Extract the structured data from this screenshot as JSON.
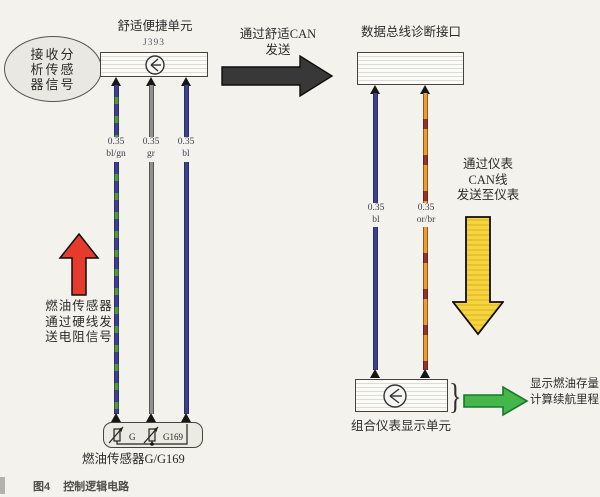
{
  "bubble": {
    "line1": "接收分",
    "line2": "析传感",
    "line3": "器信号"
  },
  "comfort_unit": {
    "title": "舒适便捷单元",
    "designation": "J393"
  },
  "top_arrow_text": {
    "line1": "通过舒适CAN",
    "line2": "发送"
  },
  "diag_interface": {
    "title": "数据总线诊断接口"
  },
  "left_wires": [
    {
      "gauge": "0.35",
      "color_code": "bl/gn"
    },
    {
      "gauge": "0.35",
      "color_code": "gr"
    },
    {
      "gauge": "0.35",
      "color_code": "bl"
    }
  ],
  "right_wires": [
    {
      "gauge": "0.35",
      "color_code": "bl"
    },
    {
      "gauge": "0.35",
      "color_code": "or/br"
    }
  ],
  "fuel_sensor": {
    "label_g": "G",
    "label_g169": "G169",
    "caption": "燃油传感器G/G169"
  },
  "red_arrow_text": {
    "line1": "燃油传感器",
    "line2": "通过硬线发",
    "line3": "送电阻信号"
  },
  "instrument_can_text": {
    "line1": "通过仪表",
    "line2": "CAN线",
    "line3": "发送至仪表"
  },
  "instrument_cluster": {
    "caption": "组合仪表显示单元",
    "brace": "}"
  },
  "green_arrow_text": {
    "line1": "显示燃油存量",
    "line2": "计算续航里程"
  },
  "figure_caption": {
    "label": "图4",
    "title": "控制逻辑电路"
  },
  "colors": {
    "wire_blue": "#3c3f93",
    "wire_green": "#4d9b3c",
    "wire_grey": "#90908c",
    "wire_orange": "#f59b2b",
    "wire_brown": "#9e3126",
    "arrow_black": "#383838",
    "arrow_red": "#e53b2c",
    "arrow_yellow": "#f5d43e",
    "arrow_green": "#45b649",
    "paper": "#f3f2ec"
  }
}
